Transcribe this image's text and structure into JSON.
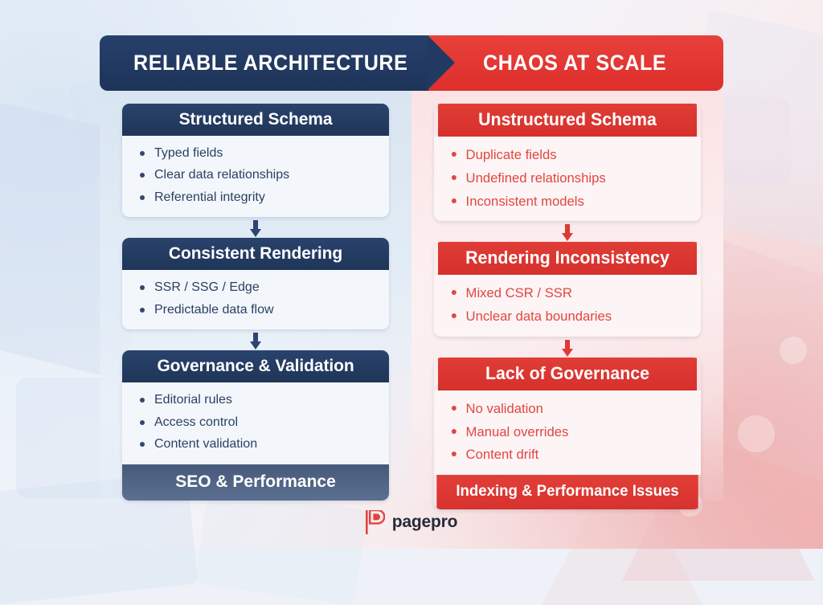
{
  "banner": {
    "left_title": "RELIABLE ARCHITECTURE",
    "right_title": "CHAOS AT SCALE"
  },
  "colors": {
    "navy": "#223a61",
    "navy_dark": "#1e3459",
    "red": "#dd2f2c",
    "red_bright": "#e8403a",
    "slate": "#4e6displaced",
    "left_panel": "#dde7f2",
    "right_panel": "#fbe3e5",
    "left_text": "#2b3f60",
    "right_text": "#e0473f"
  },
  "left_column": {
    "cards": [
      {
        "title": "Structured Schema",
        "items": [
          "Typed fields",
          "Clear data relationships",
          "Referential integrity"
        ]
      },
      {
        "title": "Consistent Rendering",
        "items": [
          "SSR / SSG / Edge",
          "Predictable data flow"
        ]
      },
      {
        "title": "Governance & Validation",
        "items": [
          "Editorial rules",
          "Access control",
          "Content validation"
        ],
        "footer": "SEO & Performance"
      }
    ]
  },
  "right_column": {
    "cards": [
      {
        "title": "Unstructured Schema",
        "items": [
          "Duplicate fields",
          "Undefined relationships",
          "Inconsistent models"
        ]
      },
      {
        "title": "Rendering Inconsistency",
        "items": [
          "Mixed CSR / SSR",
          "Unclear data boundaries"
        ]
      },
      {
        "title": "Lack of Governance",
        "items": [
          "No validation",
          "Manual overrides",
          "Content drift"
        ],
        "footer": "Indexing  &  Performance Issues"
      }
    ]
  },
  "logo": {
    "name": "pagepro"
  }
}
